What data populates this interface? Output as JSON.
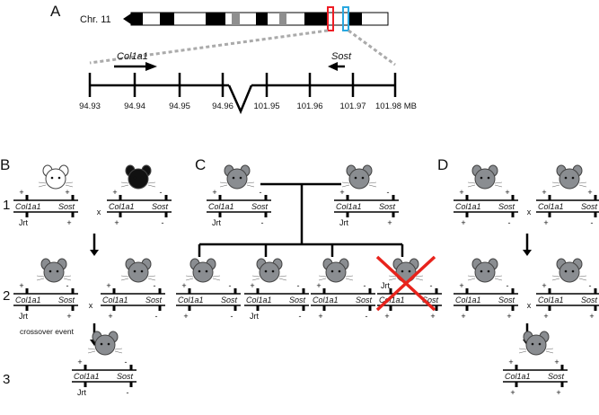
{
  "panel_labels": {
    "a": "A",
    "b": "B",
    "c": "C",
    "d": "D"
  },
  "row_labels": [
    "1",
    "2",
    "3"
  ],
  "chromosome": {
    "label": "Chr. 11"
  },
  "genes": {
    "col1a1": "Col1a1",
    "sost": "Sost"
  },
  "map_ticks": [
    "94.93",
    "94.94",
    "94.95",
    "94.96",
    "101.95",
    "101.96",
    "101.97",
    "101.98 MB"
  ],
  "annotations": {
    "crossover": "crossover event",
    "cross": "x"
  },
  "colors": {
    "highlight_red": "#ee1c24",
    "highlight_blue": "#29a8e0",
    "reject": "#e8231c",
    "mouse_gray": "#8a8d91",
    "mouse_black": "#111111",
    "mouse_white": "#ffffff"
  }
}
